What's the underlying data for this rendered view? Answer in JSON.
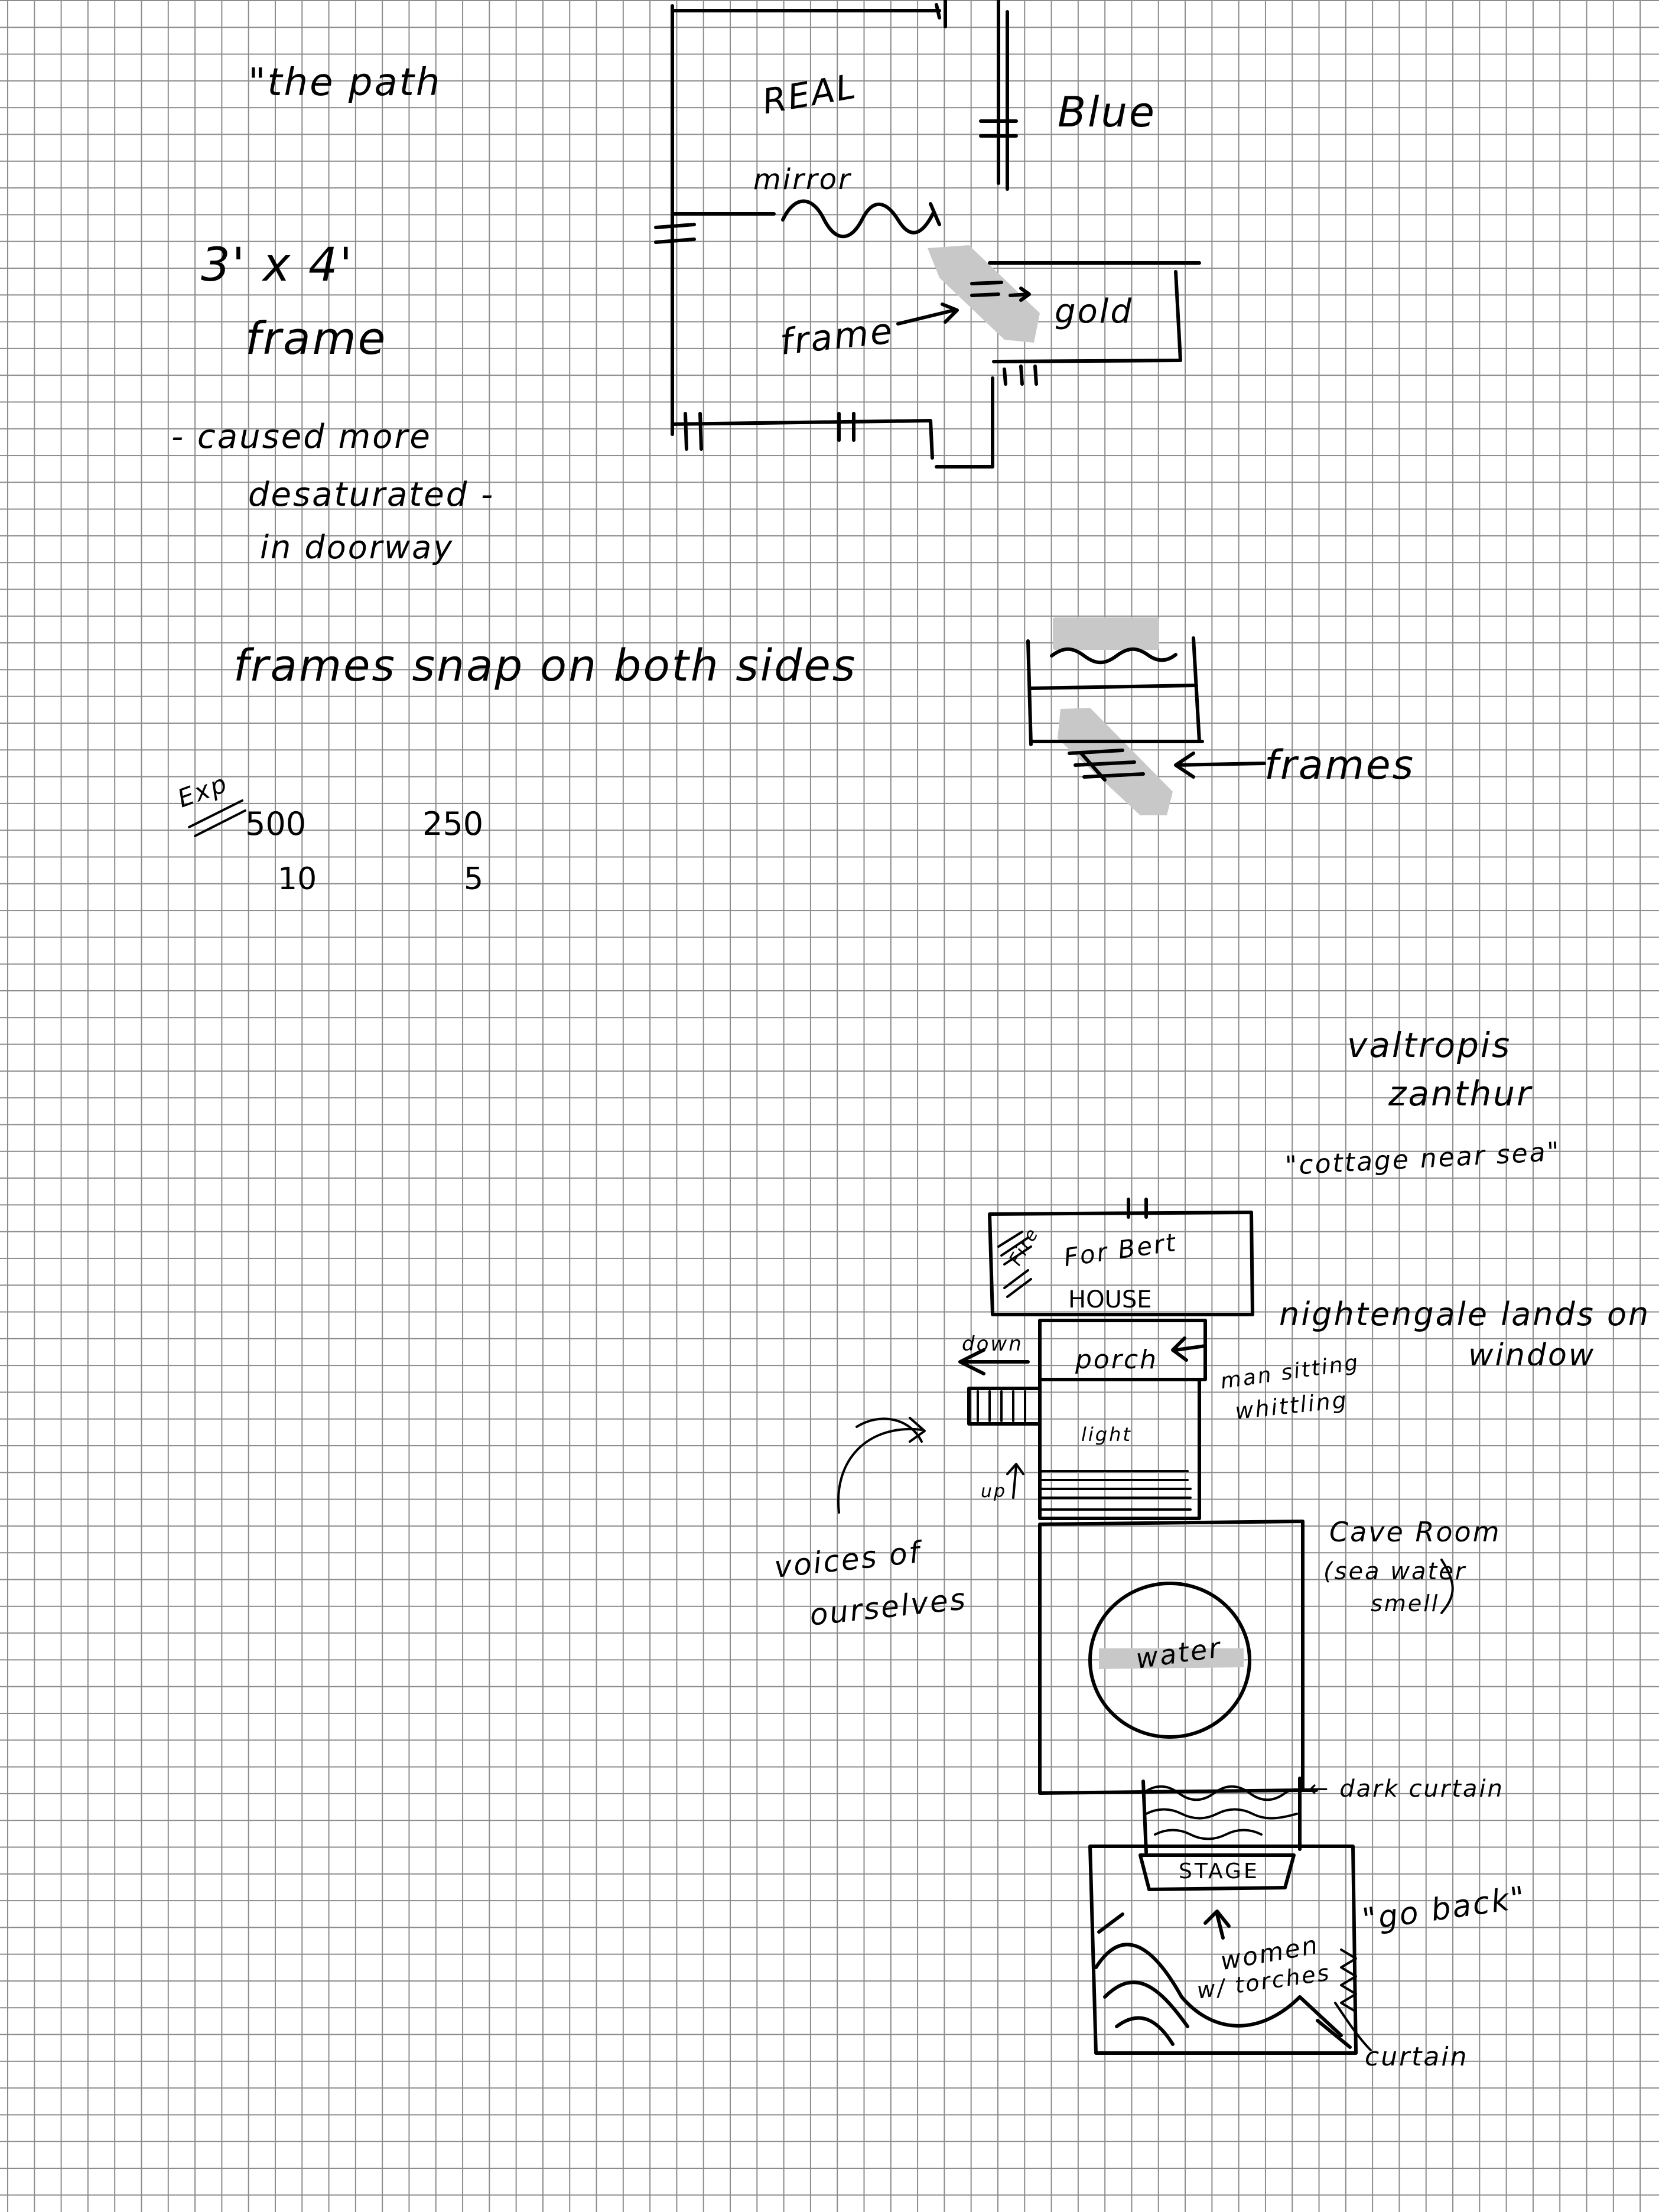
{
  "notes": {
    "title": "\"the path",
    "size": "3' x 4'",
    "frame": "frame",
    "caused_line1": "- caused more",
    "caused_line2": "desaturated -",
    "caused_line3": "in doorway",
    "frames_snap": "frames snap on both sides",
    "exp_label": "Exp",
    "exp_row1_a": "500",
    "exp_row1_b": "250",
    "exp_row2_a": "10",
    "exp_row2_b": "5"
  },
  "mirror_diagram": {
    "real": "REAL",
    "blue": "Blue",
    "mirror": "mirror",
    "frame_label": "frame",
    "gold": "gold"
  },
  "frames_diagram": {
    "frames_label": "frames"
  },
  "map": {
    "name_line1": "valtropis",
    "name_line2": "zanthur",
    "subtitle": "\"cottage near sea\"",
    "fire": "Fire",
    "for_bert": "For Bert",
    "house": "HOUSE",
    "nightingale_line1": "nightengale lands on",
    "nightingale_line2": "window",
    "down": "down",
    "porch": "porch",
    "man_line1": "man sitting",
    "man_line2": "whittling",
    "light": "light",
    "up": "up",
    "voices_line1": "voices of",
    "voices_line2": "ourselves",
    "cave_line1": "Cave Room",
    "cave_line2": "(sea water",
    "cave_line3": "smell",
    "water": "water",
    "dark_curtain": "← dark curtain",
    "stage": "STAGE",
    "go_back": "\"go back\"",
    "women_line1": "women",
    "women_line2": "w/ torches",
    "curtain": "curtain"
  }
}
